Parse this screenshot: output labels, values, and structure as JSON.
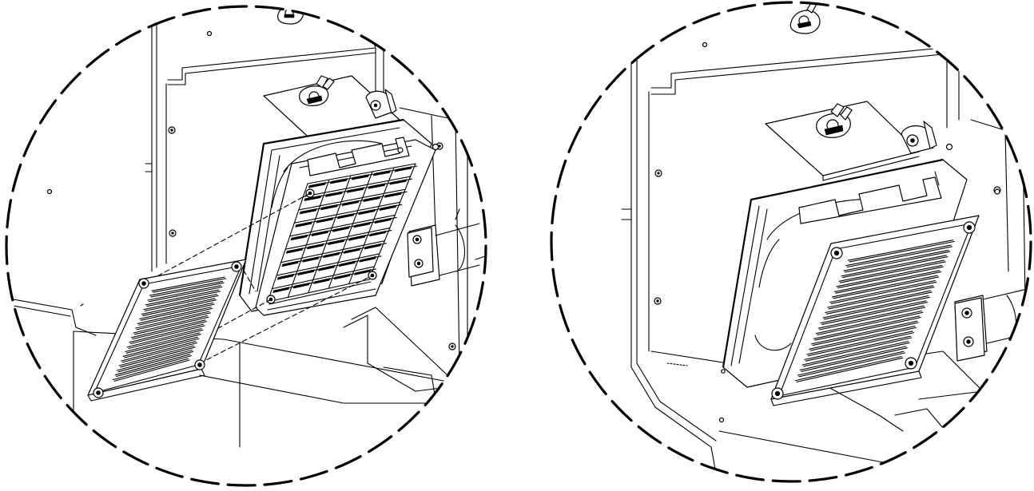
{
  "figure": {
    "views": [
      {
        "id": "detail-before",
        "state": "grille-detached"
      },
      {
        "id": "detail-after",
        "state": "grille-installed"
      }
    ],
    "colors": {
      "ink": "#000000",
      "paper": "#ffffff"
    }
  }
}
